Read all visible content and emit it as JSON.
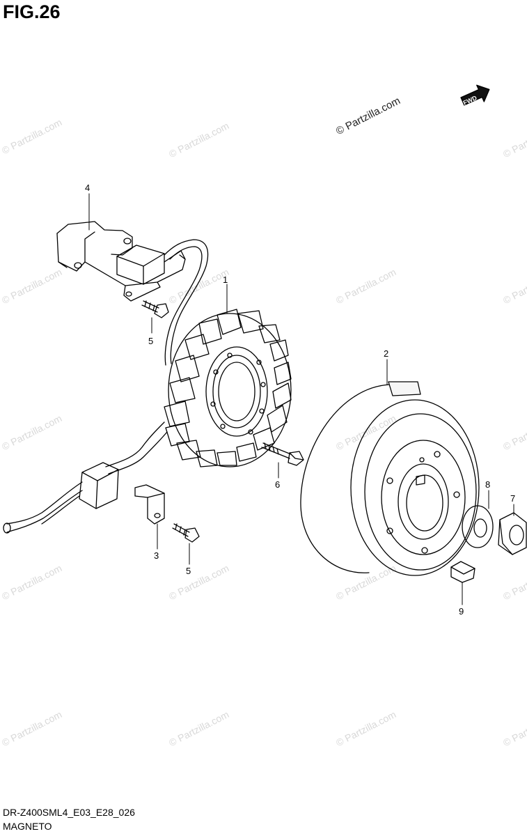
{
  "figure_title": "FIG.26",
  "fwd_label": "FWD",
  "watermark_text": "© Partzilla.com",
  "footer": {
    "code": "DR-Z400SML4_E03_E28_026",
    "name": "MAGNETO"
  },
  "callouts": {
    "c1": "1",
    "c2": "2",
    "c3": "3",
    "c4": "4",
    "c5a": "5",
    "c5b": "5",
    "c6": "6",
    "c7": "7",
    "c8": "8",
    "c9": "9"
  }
}
